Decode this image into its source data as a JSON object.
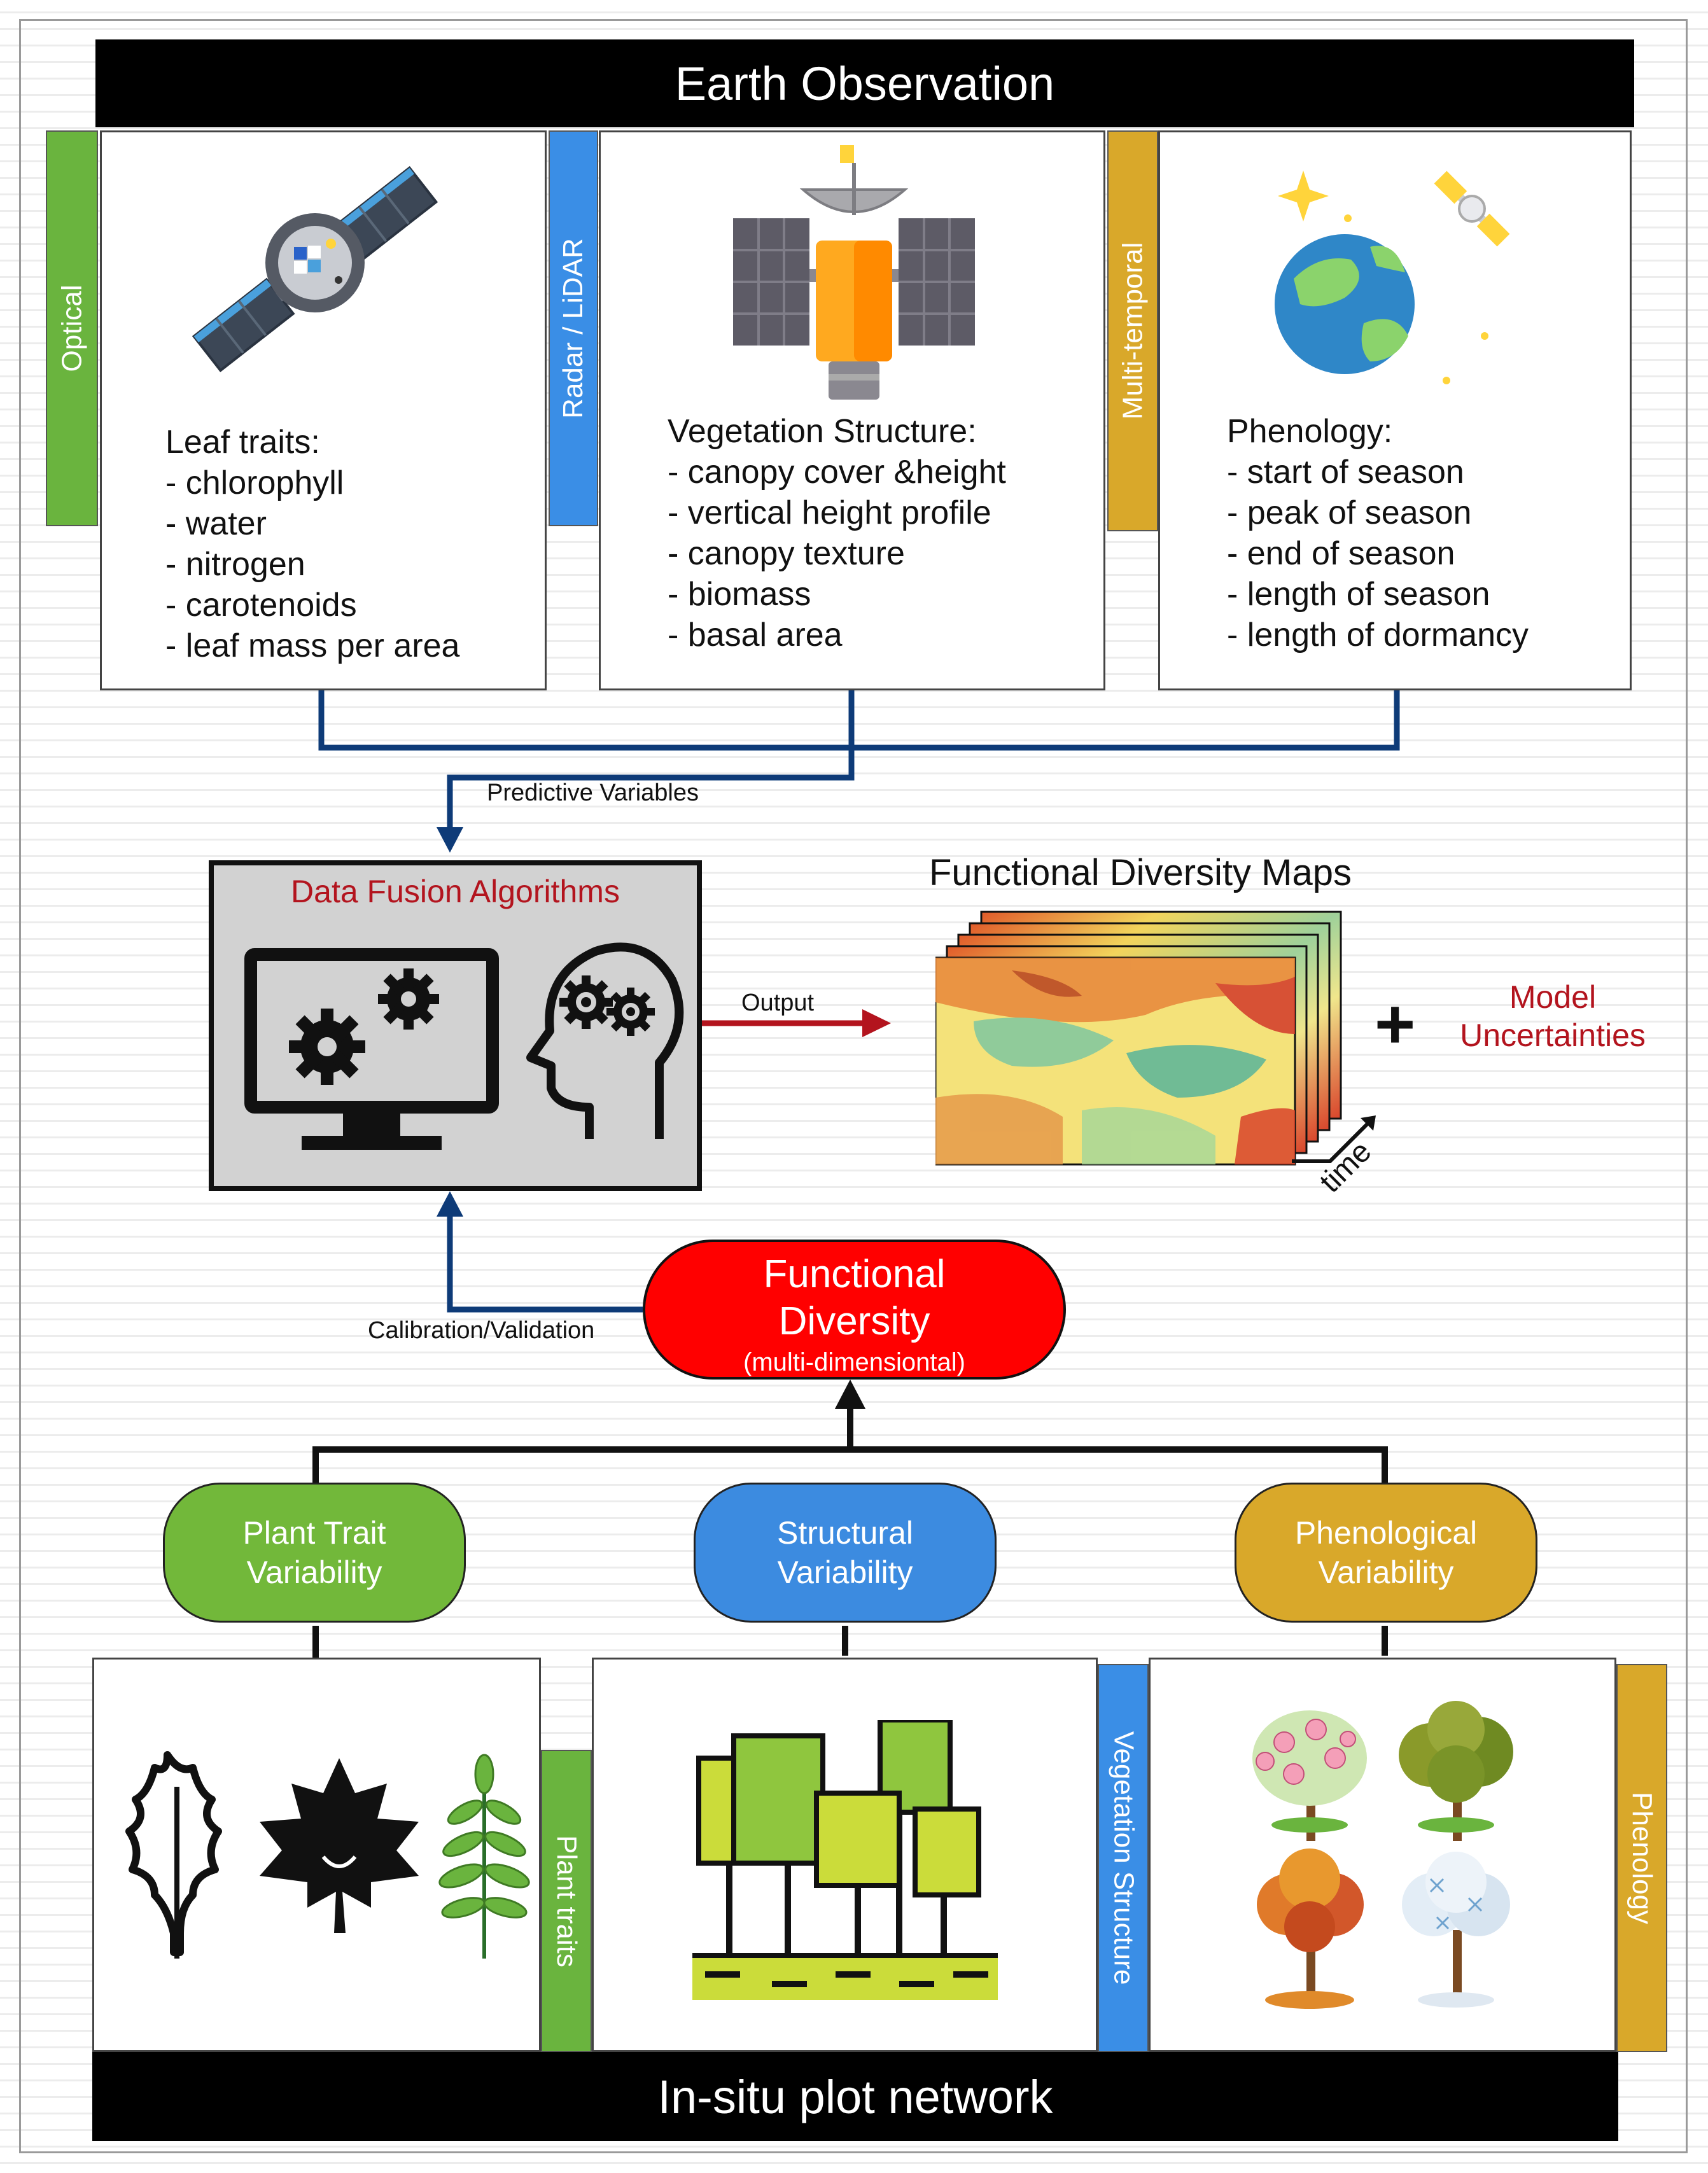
{
  "header": {
    "title": "Earth Observation"
  },
  "footer": {
    "title": "In-situ plot network"
  },
  "eo_panels": [
    {
      "tab": "Optical",
      "heading": "Leaf traits:",
      "items": [
        "- chlorophyll",
        "- water",
        "- nitrogen",
        "- carotenoids",
        "- leaf mass per area"
      ],
      "icon": "satellite-icon"
    },
    {
      "tab": "Radar / LiDAR",
      "heading": "Vegetation Structure:",
      "items": [
        "- canopy cover &height",
        "- vertical height profile",
        "- canopy texture",
        "- biomass",
        "- basal area"
      ],
      "icon": "radar-satellite-icon"
    },
    {
      "tab": "Multi-temporal",
      "heading": "Phenology:",
      "items": [
        "- start of season",
        "- peak of season",
        "- end of season",
        "- length of season",
        "- length of dormancy"
      ],
      "icon": "earth-orbit-icon"
    }
  ],
  "connectors": {
    "predictive": "Predictive Variables",
    "output": "Output",
    "calibration": "Calibration/Validation"
  },
  "fusion": {
    "title": "Data Fusion Algorithms",
    "icons": [
      "computer-gears-icon",
      "head-gears-icon"
    ]
  },
  "maps": {
    "title": "Functional Diversity Maps",
    "time_label": "time",
    "plus": "+",
    "uncertainty_line1": "Model",
    "uncertainty_line2": "Uncertainties"
  },
  "functional_diversity": {
    "line1": "Functional",
    "line2": "Diversity",
    "sub": "(multi-dimensiontal)"
  },
  "variability": [
    {
      "line1": "Plant Trait",
      "line2": "Variability"
    },
    {
      "line1": "Structural",
      "line2": "Variability"
    },
    {
      "line1": "Phenological",
      "line2": "Variability"
    }
  ],
  "insitu_panels": [
    {
      "tab": "Plant traits",
      "icon": "leaves-icon"
    },
    {
      "tab": "Vegetation Structure",
      "icon": "forest-structure-icon"
    },
    {
      "tab": "Phenology",
      "icon": "seasonal-trees-icon"
    }
  ],
  "colors": {
    "green": "#6ab43e",
    "blue": "#3a8ee6",
    "gold": "#d9a82a",
    "red": "#ff0000",
    "navy": "#0e3b78",
    "dark_red": "#b3141e"
  }
}
